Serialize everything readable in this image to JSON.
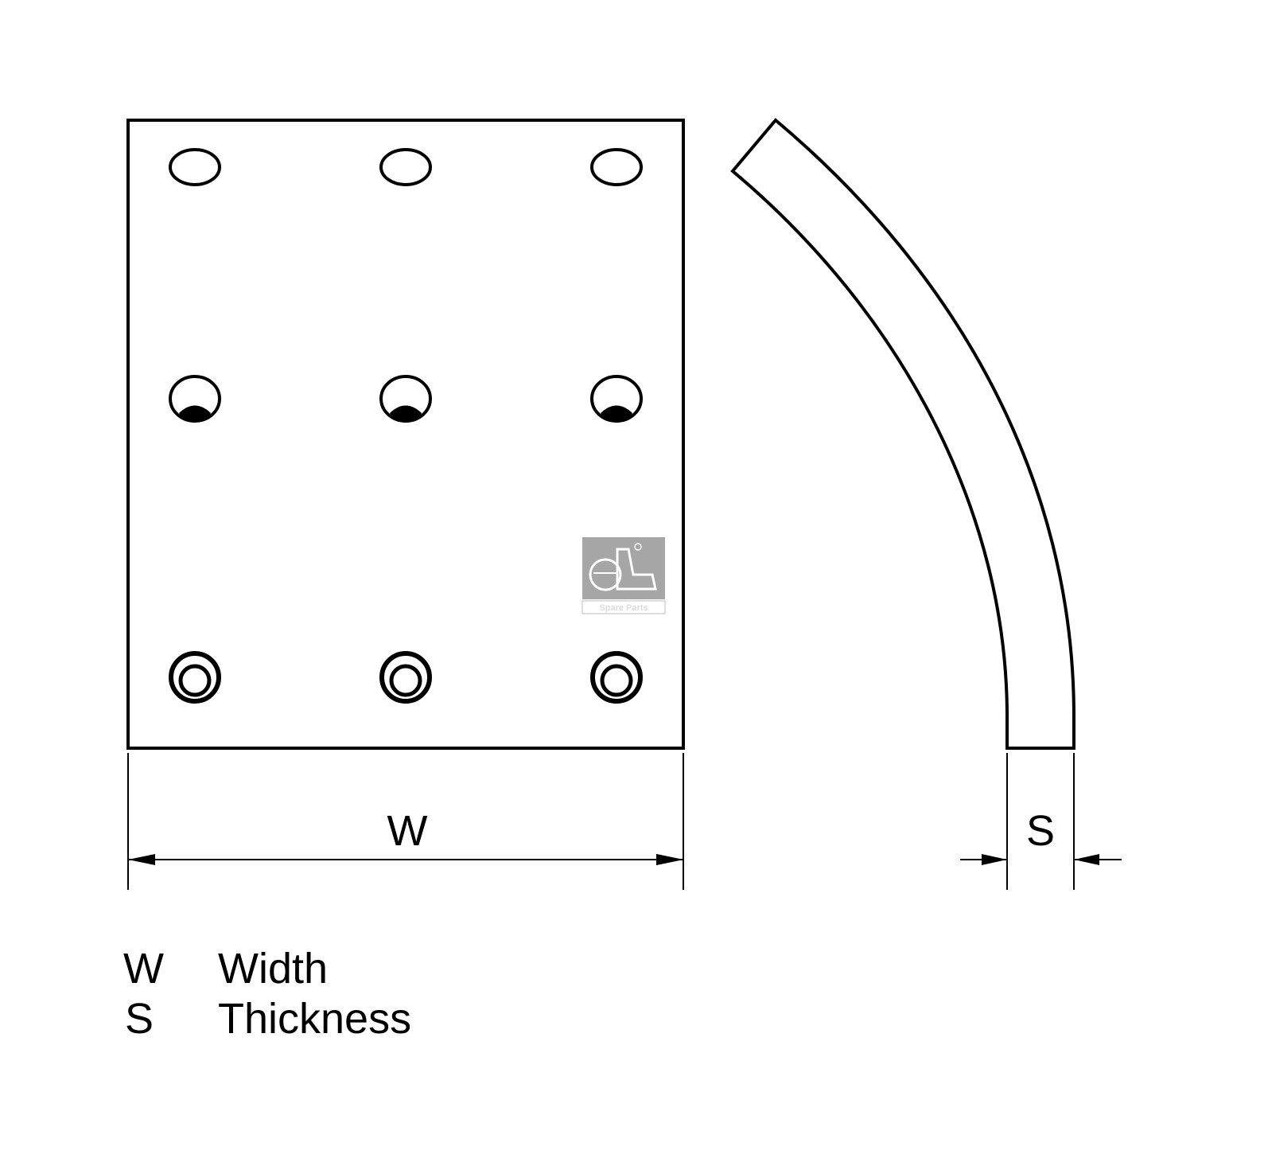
{
  "dimensions": {
    "width_symbol": "W",
    "thickness_symbol": "S"
  },
  "legend": [
    {
      "symbol": "W",
      "meaning": "Width"
    },
    {
      "symbol": "S",
      "meaning": "Thickness"
    }
  ],
  "logo": {
    "text": "dt",
    "subtitle": "Spare Parts",
    "color": "#a6a6a6"
  }
}
